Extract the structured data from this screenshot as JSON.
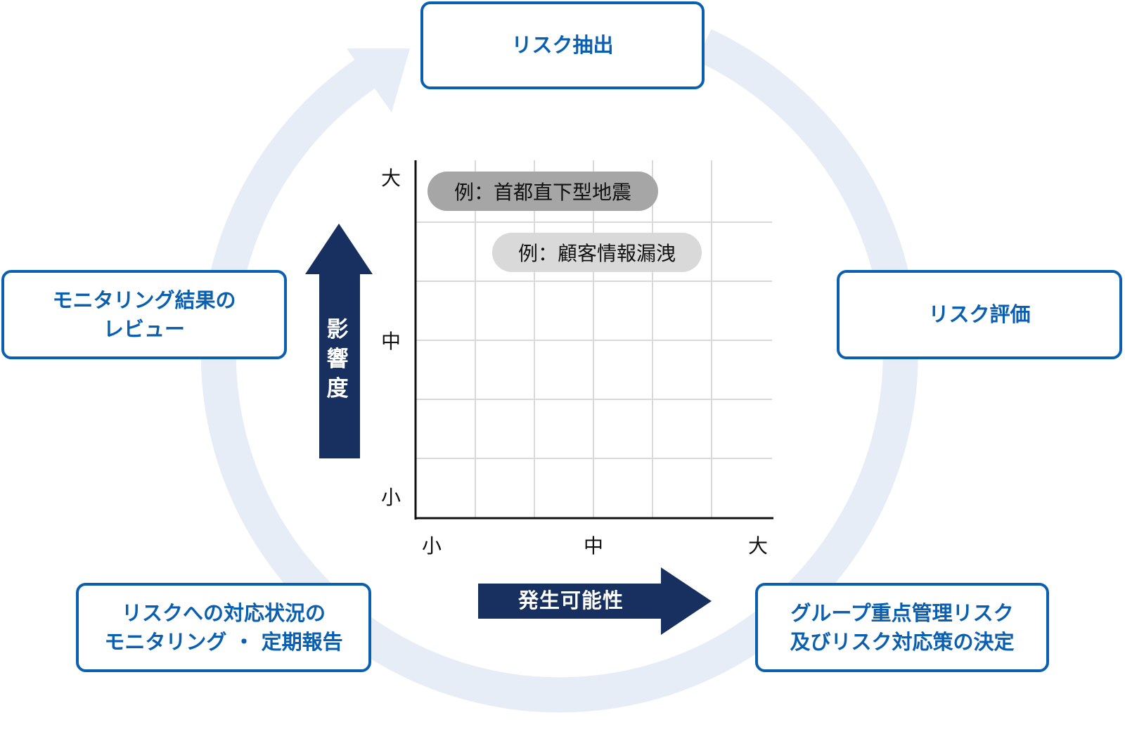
{
  "colors": {
    "accent_blue": "#0b5fb0",
    "navy": "#17305f",
    "cycle_ring": "#e6edf6",
    "grid": "#d9d9d9",
    "example_dark": "#a6a6a6",
    "example_light": "#d9d9d9"
  },
  "cycle": {
    "steps": [
      {
        "id": "extract",
        "lines": [
          "リスク抽出"
        ]
      },
      {
        "id": "evaluate",
        "lines": [
          "リスク評価"
        ]
      },
      {
        "id": "decide",
        "lines": [
          "グループ重点管理リスク",
          "及びリスク対応策の決定"
        ]
      },
      {
        "id": "monitor",
        "lines": [
          "リスクへの対応状況の",
          "モニタリング ・ 定期報告"
        ]
      },
      {
        "id": "review",
        "lines": [
          "モニタリング結果の",
          "レビュー"
        ]
      }
    ]
  },
  "matrix": {
    "y_axis": {
      "label_chars": [
        "影",
        "響",
        "度"
      ],
      "ticks": {
        "high": "大",
        "mid": "中",
        "low": "小"
      }
    },
    "x_axis": {
      "label": "発生可能性",
      "ticks": {
        "low": "小",
        "mid": "中",
        "high": "大"
      }
    },
    "examples": [
      {
        "text": "例：首都直下型地震",
        "shade": "dark"
      },
      {
        "text": "例：顧客情報漏洩",
        "shade": "light"
      }
    ]
  }
}
